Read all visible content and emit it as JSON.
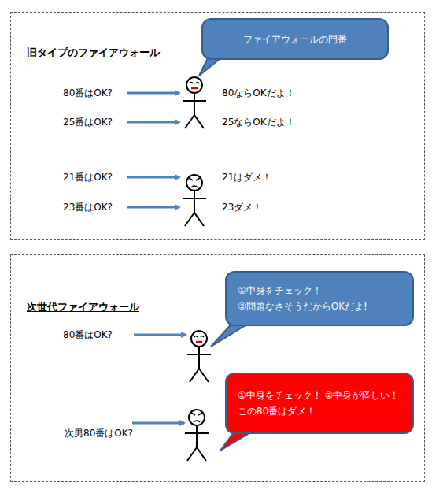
{
  "diagram": {
    "nodes": [
      {
        "text": [
          "旧タイプのファイアウォール"
        ]
      },
      {
        "text": [
          "ファイアウォールの門番"
        ],
        "in": 0
      },
      {
        "text": [
          "次世代ファイアウォール"
        ]
      },
      {
        "text": [
          "①中身をチェック！ ②問題なさそうだからOKだよ!"
        ],
        "in": 2
      },
      {
        "text": [
          "①中身をチェック！ ②中身が怪しい！この80番はダメ！"
        ],
        "in": 2
      }
    ],
    "labels": [
      "80番はOK?",
      "80ならOKだよ！",
      "25番はOK?",
      "25ならOKだよ！",
      "21番はOK?",
      "21はダメ！",
      "23番はOK?",
      "23ダメ！",
      "80番はOK?",
      "次男80番はOK?"
    ]
  }
}
